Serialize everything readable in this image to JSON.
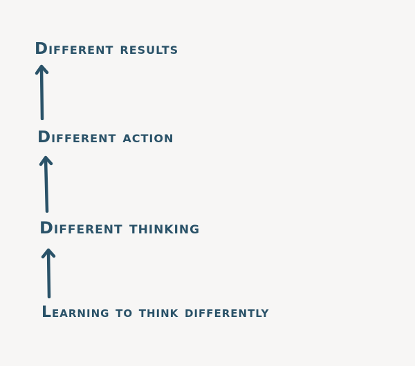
{
  "diagram": {
    "type": "vertical-flow",
    "ink_color": "#2a5268",
    "background": "#f7f6f5",
    "steps": [
      {
        "label": "Different Results"
      },
      {
        "label": "Different action"
      },
      {
        "label": "Different Thinking"
      },
      {
        "label": "Learning to think differently"
      }
    ],
    "arrows": [
      {
        "from": "Different action",
        "to": "Different Results"
      },
      {
        "from": "Different Thinking",
        "to": "Different action"
      },
      {
        "from": "Learning to think differently",
        "to": "Different Thinking"
      }
    ]
  }
}
